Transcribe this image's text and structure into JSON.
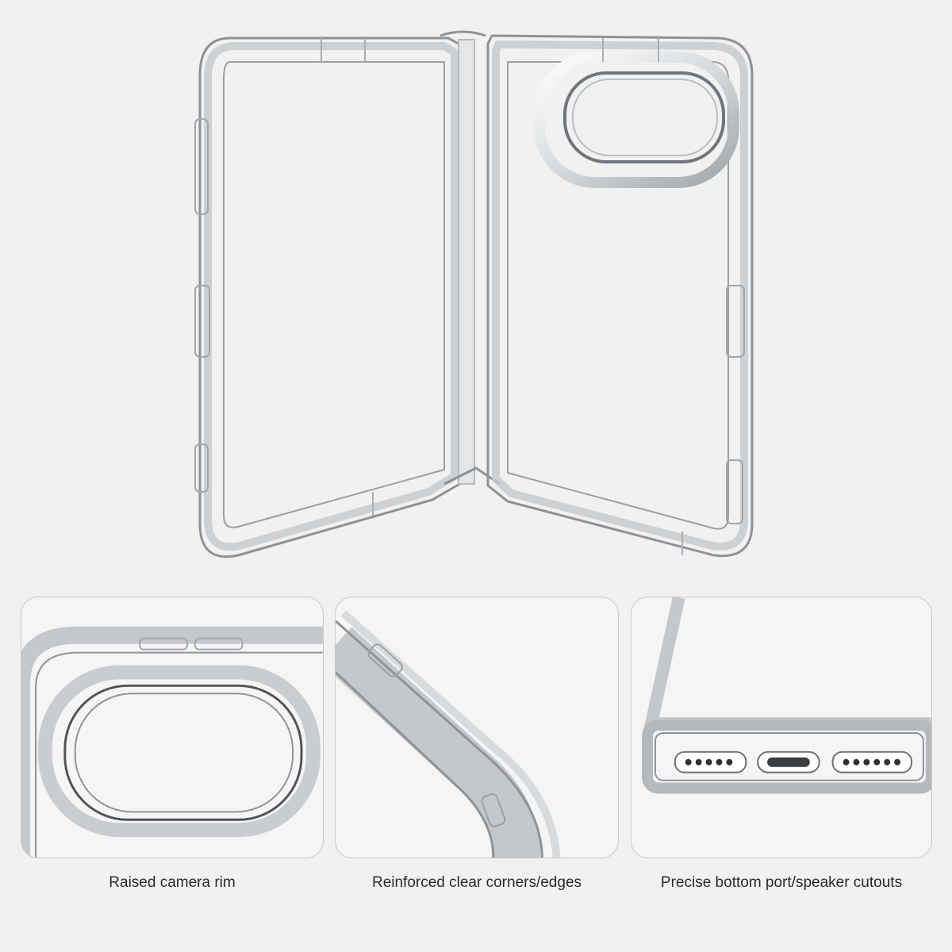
{
  "captions": {
    "camera": "Raised camera rim",
    "corners": "Reinforced clear corners/edges",
    "ports": "Precise bottom port/speaker cutouts"
  },
  "colors": {
    "background": "#f1f1f1",
    "case_edge": "#c4c8cc",
    "case_shadow": "#7d8288",
    "panel_border": "#c9c9c9",
    "caption_text": "#2b2b2b"
  }
}
